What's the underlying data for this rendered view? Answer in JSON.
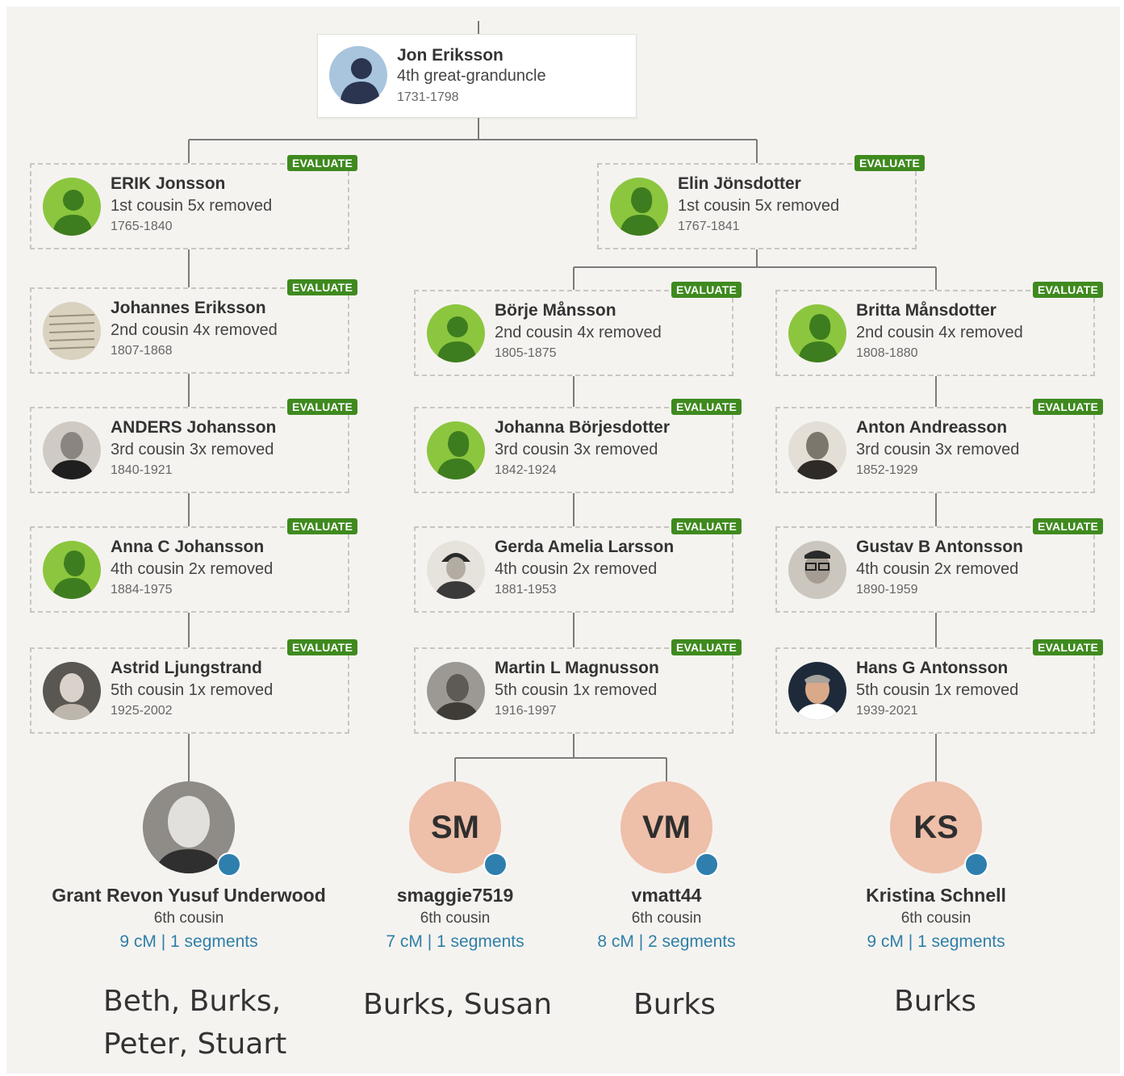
{
  "root": {
    "name": "Jon Eriksson",
    "relationship": "4th great-granduncle",
    "dates": "1731-1798",
    "avatar_icon": "default-male-silhouette-icon"
  },
  "badge_label": "EVALUATE",
  "columns": [
    [
      {
        "name": "ERIK Jonsson",
        "relationship": "1st cousin 5x removed",
        "dates": "1765-1840",
        "avatar": "green-silhouette-male"
      },
      {
        "name": "Johannes Eriksson",
        "relationship": "2nd cousin 4x removed",
        "dates": "1807-1868",
        "avatar": "document-photo"
      },
      {
        "name": "ANDERS Johansson",
        "relationship": "3rd cousin 3x removed",
        "dates": "1840-1921",
        "avatar": "portrait-photo"
      },
      {
        "name": "Anna C Johansson",
        "relationship": "4th cousin 2x removed",
        "dates": "1884-1975",
        "avatar": "green-silhouette-female"
      },
      {
        "name": "Astrid Ljungstrand",
        "relationship": "5th cousin 1x removed",
        "dates": "1925-2002",
        "avatar": "portrait-photo"
      }
    ],
    [
      {
        "name": "Elin Jönsdotter",
        "relationship": "1st cousin 5x removed",
        "dates": "1767-1841",
        "avatar": "green-silhouette-female"
      },
      {
        "name": "Börje Månsson",
        "relationship": "2nd cousin 4x removed",
        "dates": "1805-1875",
        "avatar": "green-silhouette-male"
      },
      {
        "name": "Johanna Börjesdotter",
        "relationship": "3rd cousin 3x removed",
        "dates": "1842-1924",
        "avatar": "green-silhouette-female"
      },
      {
        "name": "Gerda Amelia Larsson",
        "relationship": "4th cousin 2x removed",
        "dates": "1881-1953",
        "avatar": "portrait-photo"
      },
      {
        "name": "Martin L Magnusson",
        "relationship": "5th cousin 1x removed",
        "dates": "1916-1997",
        "avatar": "portrait-photo"
      }
    ],
    [
      {
        "name": "Britta Månsdotter",
        "relationship": "2nd cousin 4x removed",
        "dates": "1808-1880",
        "avatar": "green-silhouette-female"
      },
      {
        "name": "Anton Andreasson",
        "relationship": "3rd cousin 3x removed",
        "dates": "1852-1929",
        "avatar": "portrait-photo"
      },
      {
        "name": "Gustav B Antonsson",
        "relationship": "4th cousin 2x removed",
        "dates": "1890-1959",
        "avatar": "portrait-photo"
      },
      {
        "name": "Hans G Antonsson",
        "relationship": "5th cousin 1x removed",
        "dates": "1939-2021",
        "avatar": "portrait-photo"
      }
    ]
  ],
  "matches": [
    {
      "name": "Grant Revon Yusuf Underwood",
      "initials": "",
      "relationship": "6th cousin",
      "shared": "9 cM | 1 segments",
      "avatar": "profile-photo"
    },
    {
      "name": "smaggie7519",
      "initials": "SM",
      "relationship": "6th cousin",
      "shared": "7 cM | 1 segments",
      "avatar": "initials"
    },
    {
      "name": "vmatt44",
      "initials": "VM",
      "relationship": "6th cousin",
      "shared": "8 cM | 2 segments",
      "avatar": "initials"
    },
    {
      "name": "Kristina Schnell",
      "initials": "KS",
      "relationship": "6th cousin",
      "shared": "9 cM | 1 segments",
      "avatar": "initials"
    }
  ],
  "notes": [
    {
      "line1": "Beth, Burks,",
      "line2": "Peter, Stuart"
    },
    {
      "line1": "Burks, Susan",
      "line2": ""
    },
    {
      "line1": "Burks",
      "line2": ""
    },
    {
      "line1": "Burks",
      "line2": ""
    }
  ],
  "colors": {
    "badge": "#3f8a1f",
    "green_silhouette_bg": "#8cc63f",
    "match_avatar": "#eebfa9",
    "dna_icon": "#2e7fae",
    "shared_dna_text": "#2f7fa8",
    "connector": "#7b7b7b"
  }
}
